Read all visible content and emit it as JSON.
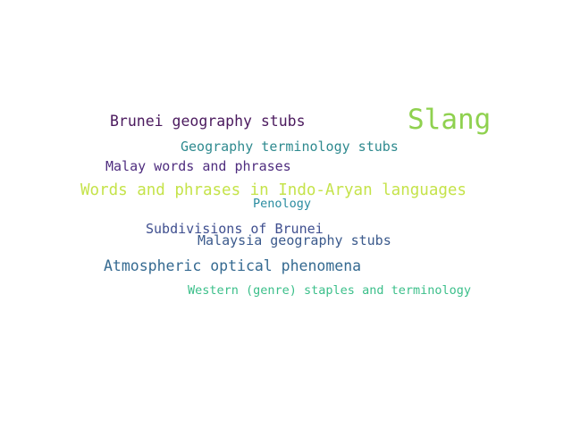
{
  "word_cloud": {
    "words": [
      {
        "key": "slang",
        "text": "Slang",
        "color": "#8fd14f"
      },
      {
        "key": "brunei_geo",
        "text": "Brunei geography stubs",
        "color": "#4b1a5e"
      },
      {
        "key": "geo_term",
        "text": "Geography terminology stubs",
        "color": "#2f8a8f"
      },
      {
        "key": "malay",
        "text": "Malay words and phrases",
        "color": "#4f2d7f"
      },
      {
        "key": "indo_aryan",
        "text": "Words and phrases in Indo-Aryan languages",
        "color": "#c5e34a"
      },
      {
        "key": "penology",
        "text": "Penology",
        "color": "#2a8ca0"
      },
      {
        "key": "subdivisions",
        "text": "Subdivisions of Brunei",
        "color": "#3f4f8f"
      },
      {
        "key": "malaysia_geo",
        "text": "Malaysia geography stubs",
        "color": "#3b5a8c"
      },
      {
        "key": "atmospheric",
        "text": "Atmospheric optical phenomena",
        "color": "#356a91"
      },
      {
        "key": "western",
        "text": "Western (genre) staples and terminology",
        "color": "#3bbf8a"
      }
    ]
  }
}
